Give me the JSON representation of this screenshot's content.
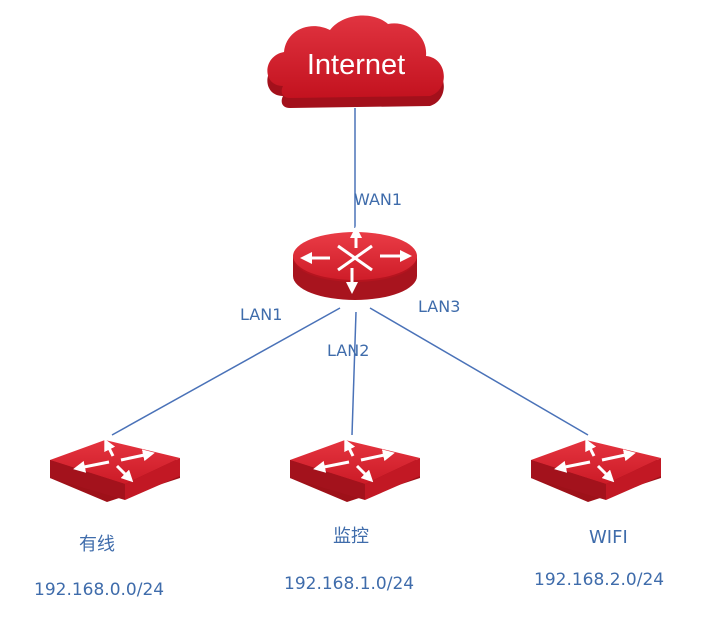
{
  "cloud": {
    "label": "Internet"
  },
  "ports": {
    "wan": "WAN1",
    "lan1": "LAN1",
    "lan2": "LAN2",
    "lan3": "LAN3"
  },
  "nodes": [
    {
      "name": "有线",
      "subnet": "192.168.0.0/24"
    },
    {
      "name": "监控",
      "subnet": "192.168.1.0/24"
    },
    {
      "name": "WIFI",
      "subnet": "192.168.2.0/24"
    }
  ],
  "colors": {
    "device": "#d11f2b",
    "device_dark": "#9e1119",
    "device_top": "#e0303a",
    "link": "#4a72b8",
    "label": "#3f6cab"
  }
}
